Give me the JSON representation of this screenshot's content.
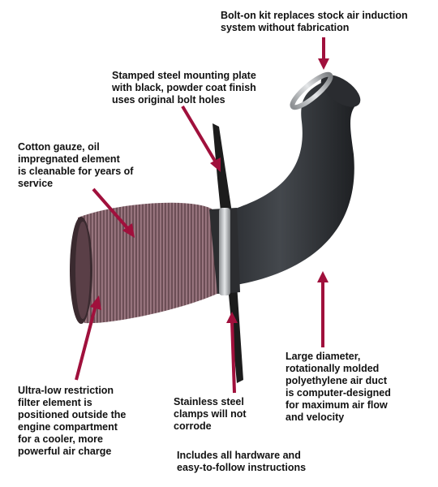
{
  "callouts": {
    "bolt_on_kit": "Bolt-on kit replaces stock air induction\nsystem without fabrication",
    "mounting_plate": "Stamped steel mounting plate\nwith black, powder coat finish\nuses original bolt holes",
    "cotton_gauze": "Cotton gauze, oil\nimpregnated element\nis cleanable for years of\nservice",
    "air_duct": "Large diameter,\nrotationally molded\npolyethylene air duct\nis computer-designed\nfor maximum air flow\nand velocity",
    "filter_element": "Ultra-low restriction\nfilter element is\npositioned outside the\nengine compartment\nfor a cooler, more\npowerful air charge",
    "clamps": "Stainless steel\nclamps will not\ncorrode",
    "hardware": "Includes all hardware and\neasy-to-follow instructions"
  },
  "colors": {
    "arrow": "#a0103c",
    "duct": "#2c2f33",
    "filter": "#8b6570",
    "plate": "#1c1c1c",
    "clamp": "#b9bcbf"
  },
  "icons": {
    "product": "cold-air-intake-kit-illustration"
  }
}
